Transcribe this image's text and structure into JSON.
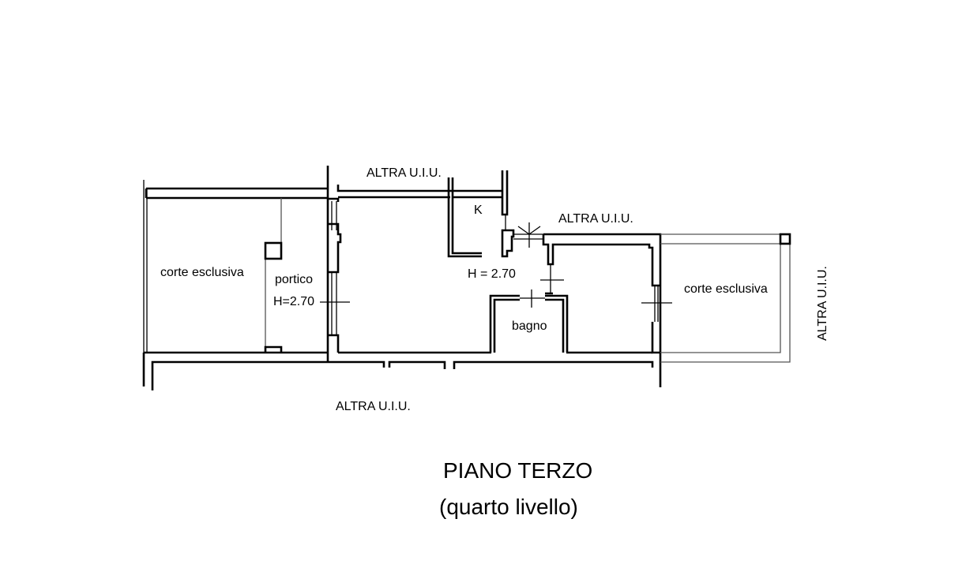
{
  "plan": {
    "labels": {
      "altra_top": "ALTRA U.I.U.",
      "altra_right_top": "ALTRA U.I.U.",
      "altra_bottom": "ALTRA U.I.U.",
      "altra_side": "ALTRA U.I.U.",
      "corte_left": "corte esclusiva",
      "corte_right": "corte esclusiva",
      "portico": "portico",
      "portico_height": "H=2.70",
      "kitchen": "K",
      "room_height": "H = 2.70",
      "bagno": "bagno"
    },
    "title": "PIANO TERZO",
    "subtitle": "(quarto livello)"
  }
}
